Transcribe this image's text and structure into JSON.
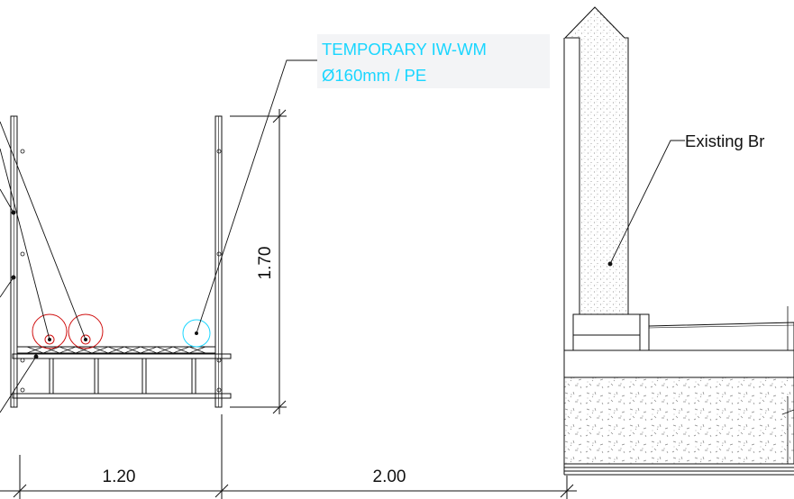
{
  "callout": {
    "line1": "TEMPORARY IW-WM",
    "line2": "Ø160mm / PE",
    "color": "#19d6ff"
  },
  "existing_label": "Existing Br",
  "dimensions": {
    "trench_depth": "1.70",
    "trench_width": "1.20",
    "offset": "2.00"
  },
  "colors": {
    "line": "#111111",
    "pipe_red": "#d01010",
    "pipe_cyan": "#19d6ff"
  }
}
